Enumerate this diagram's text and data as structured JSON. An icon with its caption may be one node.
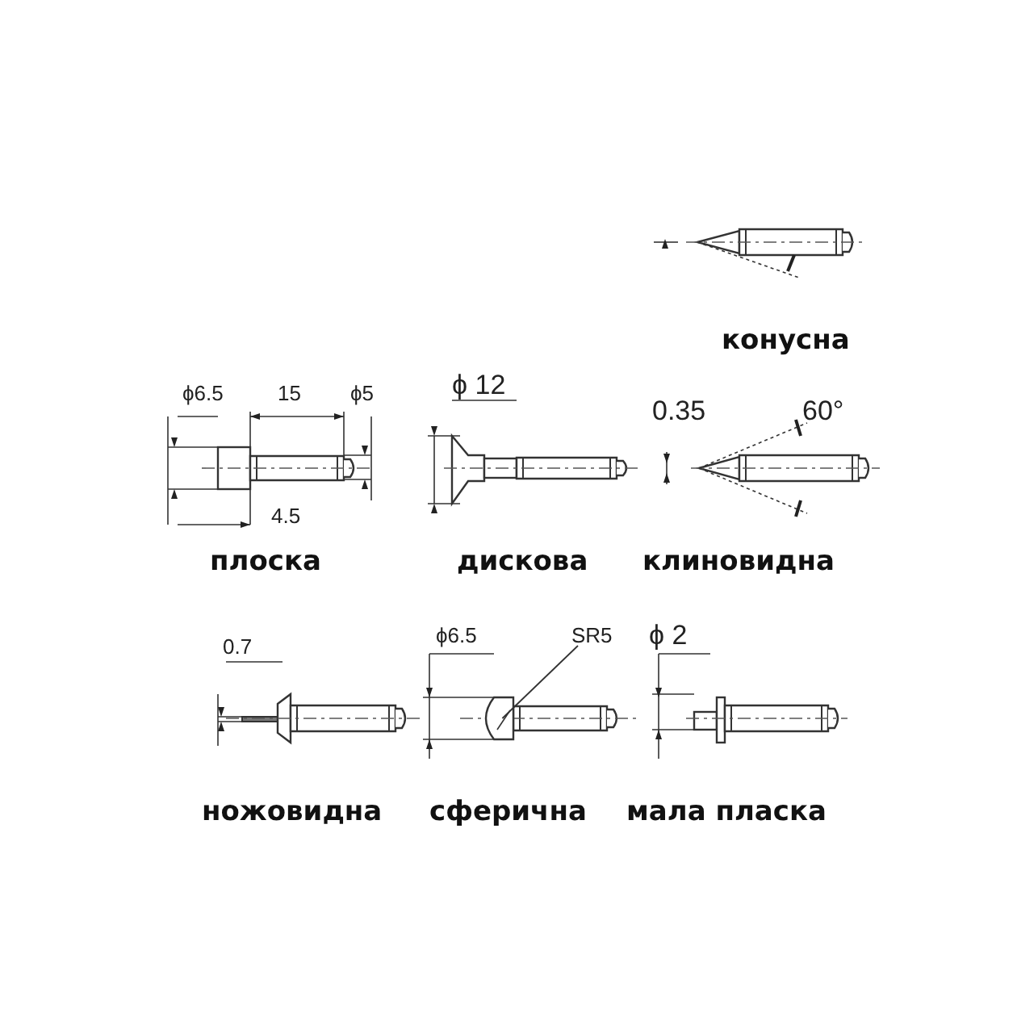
{
  "diagram": {
    "nodes": [
      {
        "text": [
          "SR5"
        ]
      },
      {
        "text": [],
        "shape": "circle"
      }
    ],
    "edges": [
      {
        "from": 0,
        "to": 1,
        "arrow": "none"
      }
    ],
    "labels": [
      "конусна",
      "ϕ6.5",
      "15",
      "ϕ5",
      "ϕ 12",
      "0.35",
      "60°",
      "4.5",
      "плоска",
      "дискова",
      "клиновидна",
      "0.7",
      "ϕ6.5",
      "ϕ 2",
      "ножовидна",
      "сферична",
      "мала пласка"
    ]
  }
}
